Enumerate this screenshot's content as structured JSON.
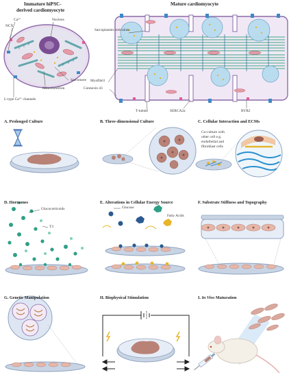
{
  "top": {
    "immature_title_line1": "Immature hiPSC-",
    "immature_title_line2": "derived cardiomyocyte",
    "mature_title": "Mature cardiomyocyte",
    "labels": {
      "ca": "Ca²⁺",
      "ncx": "NCX",
      "nucleus": "Nucleus",
      "sarcomere": "Sarcomere",
      "mitochondrion": "Mitochondrion",
      "ltype": "L-type Ca²⁺ channels",
      "sr": "Sarcoplasmic reticulum",
      "myofibril": "Myofibril",
      "connexin": "Connexin 43",
      "ttubule": "T-tubule",
      "serca": "SERCA2a",
      "ryr": "RYR2"
    }
  },
  "panels": {
    "a": {
      "title": "A. Prolonged Culture"
    },
    "b": {
      "title": "B. Three-dimensional Culture"
    },
    "c": {
      "title": "C. Cellular Interaction and ECMs",
      "note_line1": "Co-culture with",
      "note_line2": "other cell e.g.",
      "note_line3": "endothelial and",
      "note_line4": "fibroblast cells"
    },
    "d": {
      "title": "D. Hormones",
      "glucocorticoids": "Glucocorticoids",
      "t3": "T3"
    },
    "e": {
      "title": "E. Alterations in Cellular Energy Source",
      "glucose": "Glucose",
      "fatty_acids": "Fatty Acids"
    },
    "f": {
      "title": "F. Substrate Stiffness and Topography"
    },
    "g": {
      "title": "G. Genetic Manipulation"
    },
    "h": {
      "title": "H. Biophysical Stimulation"
    },
    "i": {
      "title_prefix": "I. ",
      "title_italic": "In Vivo",
      "title_suffix": " Maturation"
    }
  },
  "colors": {
    "cell_fill": "#e9dcef",
    "cell_stroke": "#8a6aa6",
    "nucleus": "#7b4e93",
    "sarcomere": "#63a7ac",
    "mito": "#e59aa8",
    "dish": "#c8d4e4",
    "dish_rim": "#8ea2bf",
    "tissue": "#b98277",
    "teal_dot": "#2f9f86",
    "navy": "#2a5a8f",
    "gold": "#e8b52a",
    "myofibril": "#3aa882",
    "sr_blob": "#b8dcef",
    "connexin": "#3d89c8"
  }
}
